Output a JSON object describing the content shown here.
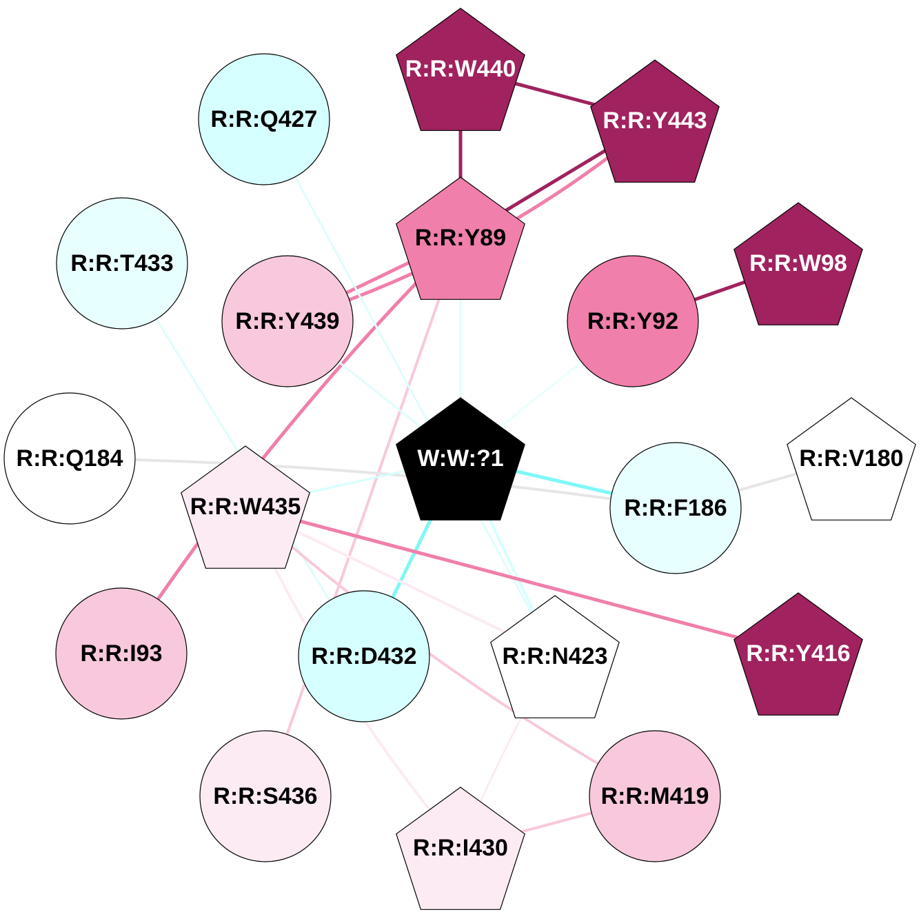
{
  "colors": {
    "dark_magenta": "#a0225f",
    "pink": "#f07fab",
    "light_pink": "#f8c8dc",
    "pale_pink": "#fcebf3",
    "cyan_light": "#d6ffff",
    "cyan_pale": "#e8ffff",
    "white": "#ffffff",
    "black": "#000000",
    "edge_cyan": "#7ff7f7",
    "edge_cyan_faint": "#e0fcfc",
    "edge_gray": "#e6e6e6"
  },
  "nodes": [
    {
      "id": "W440",
      "label": "R:R:W440",
      "shape": "pentagon",
      "fill": "#a0225f",
      "text_color": "#ffffff"
    },
    {
      "id": "Y443",
      "label": "R:R:Y443",
      "shape": "pentagon",
      "fill": "#a0225f",
      "text_color": "#ffffff"
    },
    {
      "id": "Q427",
      "label": "R:R:Q427",
      "shape": "circle",
      "fill": "#d6ffff",
      "text_color": "#000000"
    },
    {
      "id": "Y89",
      "label": "R:R:Y89",
      "shape": "pentagon",
      "fill": "#f07fab",
      "text_color": "#000000"
    },
    {
      "id": "T433",
      "label": "R:R:T433",
      "shape": "circle",
      "fill": "#e8ffff",
      "text_color": "#000000"
    },
    {
      "id": "Y439",
      "label": "R:R:Y439",
      "shape": "circle",
      "fill": "#f8c8dc",
      "text_color": "#000000"
    },
    {
      "id": "W98",
      "label": "R:R:W98",
      "shape": "pentagon",
      "fill": "#a0225f",
      "text_color": "#ffffff"
    },
    {
      "id": "Y92",
      "label": "R:R:Y92",
      "shape": "circle",
      "fill": "#f07fab",
      "text_color": "#000000"
    },
    {
      "id": "Q184",
      "label": "R:R:Q184",
      "shape": "circle",
      "fill": "#ffffff",
      "text_color": "#000000"
    },
    {
      "id": "W1",
      "label": "W:W:?1",
      "shape": "pentagon",
      "fill": "#000000",
      "text_color": "#ffffff"
    },
    {
      "id": "V180",
      "label": "R:R:V180",
      "shape": "pentagon",
      "fill": "#ffffff",
      "text_color": "#000000"
    },
    {
      "id": "W435",
      "label": "R:R:W435",
      "shape": "pentagon",
      "fill": "#fcebf3",
      "text_color": "#000000"
    },
    {
      "id": "F186",
      "label": "R:R:F186",
      "shape": "circle",
      "fill": "#e8ffff",
      "text_color": "#000000"
    },
    {
      "id": "I93",
      "label": "R:R:I93",
      "shape": "circle",
      "fill": "#f8c8dc",
      "text_color": "#000000"
    },
    {
      "id": "D432",
      "label": "R:R:D432",
      "shape": "circle",
      "fill": "#d6ffff",
      "text_color": "#000000"
    },
    {
      "id": "N423",
      "label": "R:R:N423",
      "shape": "pentagon",
      "fill": "#ffffff",
      "text_color": "#000000"
    },
    {
      "id": "Y416",
      "label": "R:R:Y416",
      "shape": "pentagon",
      "fill": "#a0225f",
      "text_color": "#ffffff"
    },
    {
      "id": "S436",
      "label": "R:R:S436",
      "shape": "circle",
      "fill": "#fcebf3",
      "text_color": "#000000"
    },
    {
      "id": "M419",
      "label": "R:R:M419",
      "shape": "circle",
      "fill": "#f8c8dc",
      "text_color": "#000000"
    },
    {
      "id": "I430",
      "label": "R:R:I430",
      "shape": "pentagon",
      "fill": "#fcebf3",
      "text_color": "#000000"
    }
  ],
  "edges": [
    {
      "source": "W440",
      "target": "Y443",
      "color": "#a0225f",
      "weight": "strong"
    },
    {
      "source": "W440",
      "target": "Y89",
      "color": "#a0225f",
      "weight": "strong"
    },
    {
      "source": "Y443",
      "target": "Y89",
      "color": "#a0225f",
      "weight": "strong"
    },
    {
      "source": "Y443",
      "target": "Y439",
      "color": "#f07fab",
      "weight": "strong"
    },
    {
      "source": "Y89",
      "target": "Y439",
      "color": "#f07fab",
      "weight": "strong"
    },
    {
      "source": "Y89",
      "target": "I93",
      "color": "#f07fab",
      "weight": "strong"
    },
    {
      "source": "Y89",
      "target": "S436",
      "color": "#f8c8dc",
      "weight": "medium"
    },
    {
      "source": "Y89",
      "target": "W1",
      "color": "#e0fcfc",
      "weight": "light"
    },
    {
      "source": "Y92",
      "target": "W98",
      "color": "#a0225f",
      "weight": "strong"
    },
    {
      "source": "Y92",
      "target": "W1",
      "color": "#e8ffff",
      "weight": "light"
    },
    {
      "source": "Q427",
      "target": "N423",
      "color": "#e0fcfc",
      "weight": "light"
    },
    {
      "source": "T433",
      "target": "D432",
      "color": "#e0fcfc",
      "weight": "light"
    },
    {
      "source": "Y439",
      "target": "W1",
      "color": "#e0fcfc",
      "weight": "light"
    },
    {
      "source": "Q184",
      "target": "F186",
      "color": "#e6e6e6",
      "weight": "medium"
    },
    {
      "source": "V180",
      "target": "F186",
      "color": "#e6e6e6",
      "weight": "medium"
    },
    {
      "source": "W1",
      "target": "F186",
      "color": "#7ff7f7",
      "weight": "strong"
    },
    {
      "source": "W1",
      "target": "D432",
      "color": "#7ff7f7",
      "weight": "strong"
    },
    {
      "source": "W1",
      "target": "W435",
      "color": "#d6ffff",
      "weight": "light"
    },
    {
      "source": "W1",
      "target": "N423",
      "color": "#d6ffff",
      "weight": "medium"
    },
    {
      "source": "W435",
      "target": "Y416",
      "color": "#f07fab",
      "weight": "strong"
    },
    {
      "source": "W435",
      "target": "M419",
      "color": "#f8c8dc",
      "weight": "medium"
    },
    {
      "source": "W435",
      "target": "N423",
      "color": "#fcebf3",
      "weight": "medium"
    },
    {
      "source": "W435",
      "target": "I430",
      "color": "#fcebf3",
      "weight": "medium"
    },
    {
      "source": "N423",
      "target": "I430",
      "color": "#fcebf3",
      "weight": "light"
    },
    {
      "source": "M419",
      "target": "I430",
      "color": "#f8c8dc",
      "weight": "medium"
    }
  ]
}
